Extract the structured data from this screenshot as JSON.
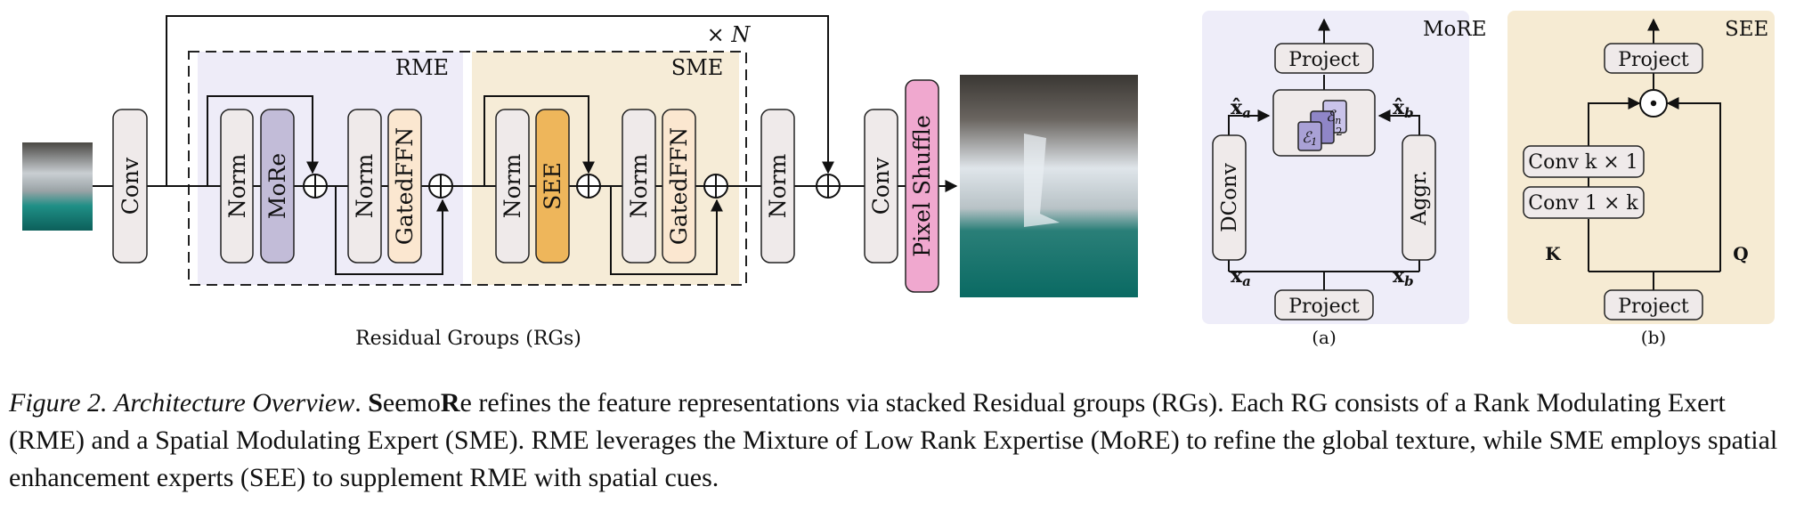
{
  "main_diagram": {
    "repeat_label": "× N",
    "rme_label": "RME",
    "sme_label": "SME",
    "groups_label": "Residual Groups (RGs)",
    "blocks": {
      "conv_in": "Conv",
      "norm_1": "Norm",
      "more": "MoRe",
      "norm_2": "Norm",
      "gatedffn_1": "GatedFFN",
      "norm_3": "Norm",
      "see": "SEE",
      "norm_4": "Norm",
      "gatedffn_2": "GatedFFN",
      "norm_out": "Norm",
      "conv_out": "Conv",
      "pixel_shuffle": "Pixel Shuffle"
    }
  },
  "panel_a": {
    "title": "MoRE",
    "project_top": "Project",
    "project_bottom": "Project",
    "dconv": "DConv",
    "aggr": "Aggr.",
    "x_hat_a": "x̂",
    "x_hat_a_sub": "a",
    "x_hat_b": "x̂",
    "x_hat_b_sub": "b",
    "x_a": "x",
    "x_a_sub": "a",
    "x_b": "x",
    "x_b_sub": "b",
    "expert_1": "ℰ",
    "expert_1_sub": "1",
    "expert_2": "2",
    "expert_n": "ℰ",
    "expert_n_sub": "n",
    "caption": "(a)"
  },
  "panel_b": {
    "title": "SEE",
    "project_top": "Project",
    "project_bottom": "Project",
    "conv_k1": "Conv k × 1",
    "conv_1k": "Conv 1 × k",
    "k_label": "K",
    "q_label": "Q",
    "multiply": "⊙",
    "caption": "(b)"
  },
  "caption": {
    "figure_label": "Figure 2.",
    "title": "Architecture Overview",
    "name_s": "S",
    "name_eemo": "eemo",
    "name_r": "R",
    "name_e": "e",
    "text": " refines the feature representations via stacked Residual groups (RGs). Each RG consists of a Rank Modulating Exert (RME) and a Spatial Modulating Expert (SME). RME leverages the Mixture of Low Rank Expertise (MoRE) to refine the global texture, while SME employs spatial enhancement experts (SEE) to supplement RME with spatial cues."
  },
  "colors": {
    "block_fill": "#efeaea",
    "more_fill": "#c2bcd8",
    "gatedffn_fill": "#fbe7d0",
    "see_fill": "#eeb65b",
    "pixel_shuffle_fill": "#f0a8cf",
    "rme_bg": "#eeecf8",
    "sme_bg": "#f6ecd7",
    "panel_a_bg": "#eeedf9",
    "panel_b_bg": "#f6ebd3"
  }
}
